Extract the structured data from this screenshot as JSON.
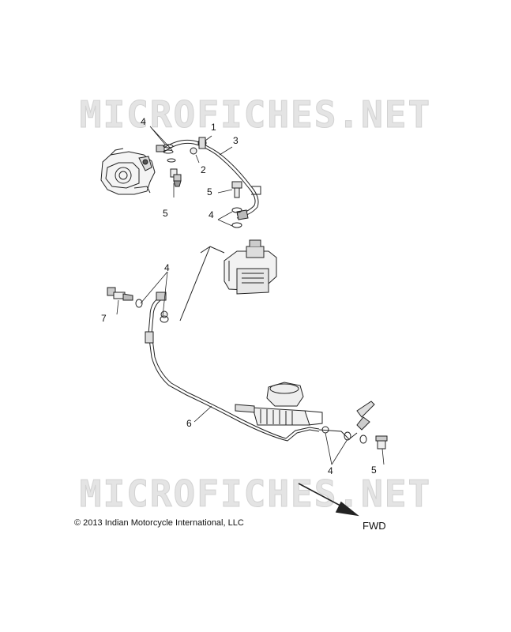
{
  "watermark": "MICROFICHES.NET",
  "copyright": "© 2013 Indian Motorcycle International, LLC",
  "direction_label": "FWD",
  "callouts": [
    "1",
    "2",
    "3",
    "4",
    "5",
    "5",
    "4",
    "4",
    "7",
    "6",
    "4",
    "5"
  ]
}
